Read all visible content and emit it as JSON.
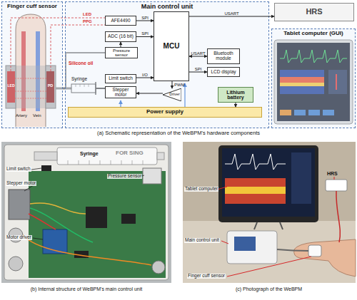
{
  "diagram": {
    "nodes": [
      {
        "text": [
          "Finger cuff sensor"
        ]
      },
      {
        "text": [
          "Main control unit"
        ]
      },
      {
        "text": [
          "AFE4490"
        ],
        "in": 1
      },
      {
        "text": [
          "ADC (16 bit)"
        ],
        "in": 1
      },
      {
        "text": [
          "Pressure sensor"
        ],
        "in": 1
      },
      {
        "text": [
          "MCU"
        ],
        "in": 1
      },
      {
        "text": [
          "Bluetooth module"
        ],
        "in": 1
      },
      {
        "text": [
          "LCD display"
        ],
        "in": 1
      },
      {
        "text": [
          "Limit switch"
        ],
        "in": 1
      },
      {
        "text": [
          "Stepper motor"
        ],
        "in": 1
      },
      {
        "text": [
          "Driver"
        ],
        "in": 1
      },
      {
        "text": [
          "Lithium battery"
        ],
        "in": 1
      },
      {
        "text": [
          "Power supply"
        ],
        "in": 1
      },
      {
        "text": [
          "HRS"
        ]
      },
      {
        "text": [
          "Tablet computer (GUI)"
        ]
      }
    ],
    "edges": [
      {
        "from": 2,
        "to": 5,
        "label": "SPI",
        "arrow": "to"
      },
      {
        "from": 3,
        "to": 5,
        "label": "SPI",
        "arrow": "to"
      },
      {
        "from": 4,
        "to": 3,
        "arrow": "to"
      },
      {
        "from": 5,
        "to": 13,
        "label": "USART",
        "arrow": "to"
      },
      {
        "from": 5,
        "to": 6,
        "label": "USART",
        "arrow": "both"
      },
      {
        "from": 5,
        "to": 7,
        "label": "SPI",
        "arrow": "to"
      },
      {
        "from": 5,
        "to": 10,
        "label": "PWM",
        "arrow": "to"
      },
      {
        "from": 10,
        "to": 9,
        "arrow": "to"
      },
      {
        "from": 8,
        "to": 5,
        "label": "I/O",
        "arrow": "to"
      },
      {
        "from": 11,
        "to": 12,
        "arrow": "to"
      }
    ],
    "labels": [
      "LED",
      "PD",
      "Artery",
      "Vein",
      "Silicone oil",
      "Syringe",
      "LED",
      "PPG",
      "(a) Schematic representation of the WeBPM's hardware components",
      "Syringe",
      "FOR SING",
      "Limit switch",
      "Pressure sensor",
      "Stepper motor",
      "Motor driver",
      "(b) Internal structure of WeBPM's main control unit",
      "HRS",
      "Tablet computer",
      "Main control unit",
      "Finger cuff sensor",
      "(c) Photograph of the WeBPM"
    ]
  }
}
